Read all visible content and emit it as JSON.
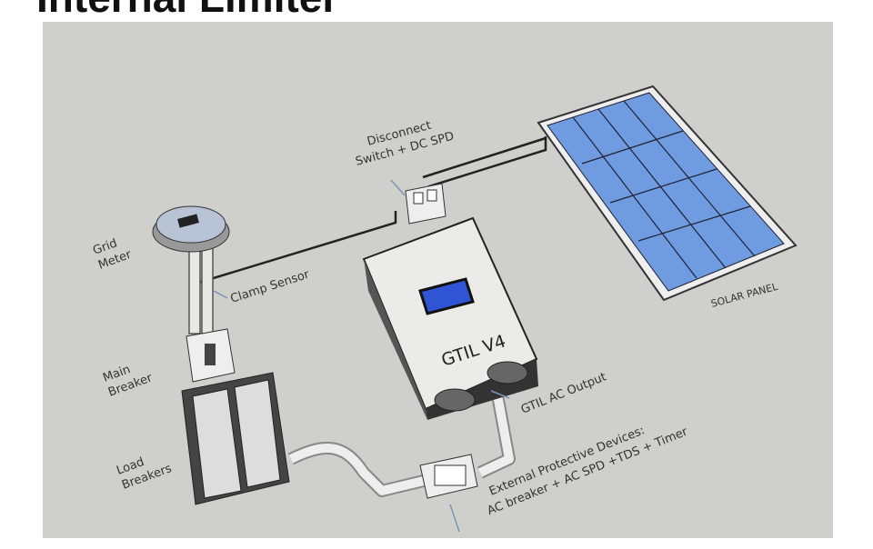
{
  "title": "Internal Limiter",
  "labels": {
    "grid_meter": [
      "Grid",
      "Meter"
    ],
    "clamp_sensor": "Clamp Sensor",
    "main_breaker": [
      "Main",
      "Breaker"
    ],
    "load_breakers": [
      "Load",
      "Breakers"
    ],
    "disconnect": [
      "Disconnect",
      "Switch + DC SPD"
    ],
    "solar_panel": "SOLAR PANEL",
    "inverter": "GTIL V4",
    "ac_output": "GTIL AC Output",
    "protective": [
      "External Protective Devices:",
      "AC breaker + AC SPD +TDS + Timer"
    ]
  },
  "colors": {
    "background": "#cfd0cb",
    "solar_cell": "#6f9be0",
    "inverter_body": "#e9e9e6",
    "lcd": "#2f55d4"
  }
}
